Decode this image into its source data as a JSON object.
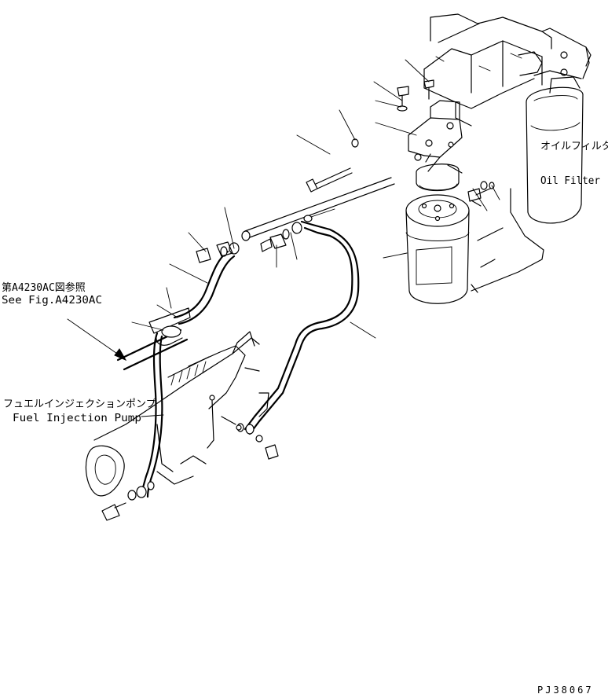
{
  "labels": {
    "oil_filter_jp": "オイルフィルタ",
    "oil_filter_en": "Oil Filter",
    "see_fig_jp": "第A4230AC図参照",
    "see_fig_en": "See Fig.A4230AC",
    "fuel_pump_jp": "フュエルインジェクションポンプ",
    "fuel_pump_en": "Fuel Injection Pump",
    "drawing_code": "PJ38067"
  }
}
